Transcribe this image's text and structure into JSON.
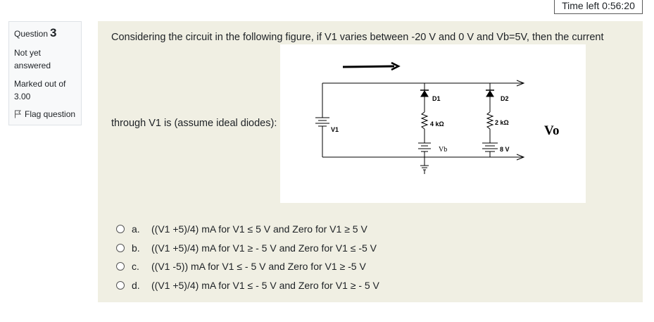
{
  "timer": {
    "label": "Time left 0:56:20"
  },
  "info": {
    "question_prefix": "Question",
    "question_number": "3",
    "state": "Not yet answered",
    "grade": "Marked out of 3.00",
    "flag_label": "Flag question"
  },
  "question": {
    "text_part1": "Considering the circuit in the following figure, if V1 varies between -20 V and 0 V and Vb=5V, then the current",
    "text_part2": "through V1 is (assume ideal diodes):"
  },
  "figure": {
    "label_d1": "D1",
    "label_d2": "D2",
    "label_r1": "4 kΩ",
    "label_r2": "2 kΩ",
    "label_v1": "V1",
    "label_vb": "Vb",
    "label_8v": "8 V",
    "label_vo": "Vo"
  },
  "answers": [
    {
      "letter": "a.",
      "text": "((V1 +5)/4) mA for V1 ≤ 5 V and Zero for V1 ≥ 5 V"
    },
    {
      "letter": "b.",
      "text": "((V1 +5)/4) mA for V1 ≥ - 5 V and Zero for V1 ≤ -5 V"
    },
    {
      "letter": "c.",
      "text": "((V1 -5)) mA for V1 ≤ - 5 V and Zero for V1 ≥ -5 V"
    },
    {
      "letter": "d.",
      "text": "((V1 +5)/4) mA for V1 ≤ - 5 V and Zero for V1 ≥ - 5 V"
    }
  ]
}
